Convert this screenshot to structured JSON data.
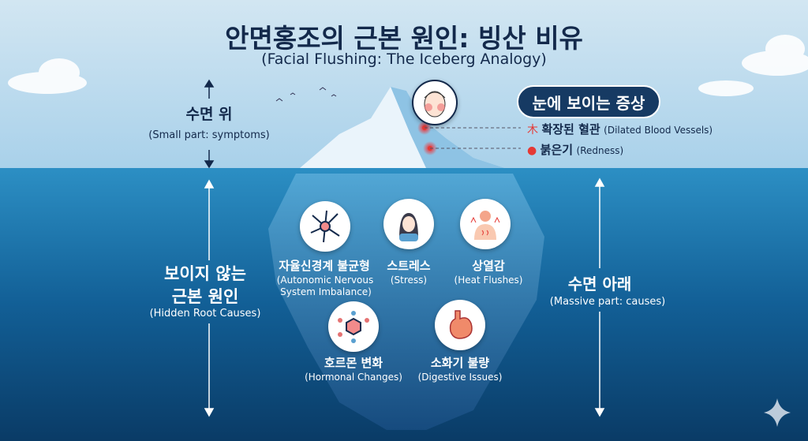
{
  "title": "안면홍조의 근본 원인: 빙산 비유",
  "subtitle": "(Facial Flushing: The Iceberg Analogy)",
  "above": {
    "label": "수면 위",
    "sub": "(Small part: symptoms)"
  },
  "hidden": {
    "line1": "보이지 않는",
    "line2": "근본 원인",
    "sub": "(Hidden Root Causes)"
  },
  "below": {
    "label": "수면 아래",
    "sub": "(Massive part: causes)"
  },
  "symptoms": {
    "header": "눈에 보이는 증상",
    "items": [
      {
        "ko": "확장된 혈관",
        "en": "(Dilated Blood Vessels)",
        "icon": "blood-vessel-icon"
      },
      {
        "ko": "붉은기",
        "en": "(Redness)",
        "icon": "flame-icon"
      }
    ]
  },
  "causes": [
    {
      "ko": "자율신경계 불균형",
      "en1": "(Autonomic Nervous",
      "en2": "System Imbalance)",
      "icon": "neuron-icon"
    },
    {
      "ko": "스트레스",
      "en1": "(Stress)",
      "icon": "stressed-person-icon"
    },
    {
      "ko": "상열감",
      "en1": "(Heat Flushes)",
      "icon": "heat-body-icon"
    },
    {
      "ko": "호르몬 변화",
      "en1": "(Hormonal Changes)",
      "icon": "molecule-icon"
    },
    {
      "ko": "소화기 불량",
      "en1": "(Digestive Issues)",
      "icon": "stomach-icon"
    }
  ],
  "colors": {
    "navy": "#13294b",
    "red": "#e53935",
    "water": "#0d4f80"
  }
}
